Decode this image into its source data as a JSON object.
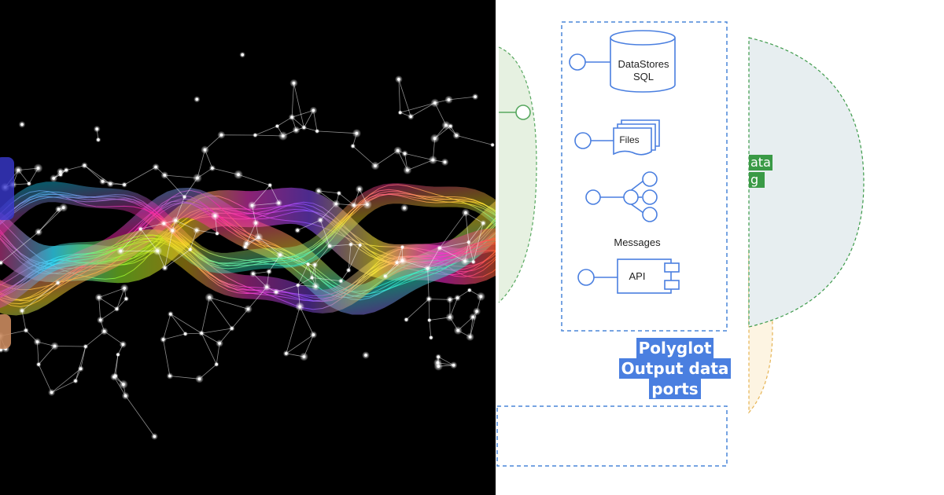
{
  "diagram": {
    "ports_box": {
      "nodes": [
        {
          "id": "datastores",
          "label_lines": [
            "DataStores",
            "SQL"
          ],
          "icon": "database-cylinder-icon"
        },
        {
          "id": "files",
          "label_lines": [
            "Files"
          ],
          "icon": "stacked-files-icon"
        },
        {
          "id": "messages",
          "label_lines": [
            "Messages"
          ],
          "icon": "message-fanout-icon"
        },
        {
          "id": "api",
          "label_lines": [
            "API"
          ],
          "icon": "api-component-icon"
        }
      ]
    },
    "ports_title_lines": [
      "Polyglot",
      "Output data",
      "ports"
    ],
    "right_bubble_fragments": [
      "ata",
      "g"
    ]
  },
  "colors": {
    "hero_background": "#000000",
    "network_nodes": "#ffffff",
    "icon_stroke": "#4a7fe0",
    "box_dash": "#4a86d8",
    "title_highlight": "#4a7fe0",
    "left_bubble_fill": "#e6f1e1",
    "left_bubble_stroke": "#58a860",
    "right_bubble_fill": "#e7eef0",
    "right_bubble_stroke": "#3d9a4a",
    "orange_bubble_fill": "#fdf4e2",
    "orange_bubble_stroke": "#e6b454",
    "tag_green": "#3a9a46"
  }
}
